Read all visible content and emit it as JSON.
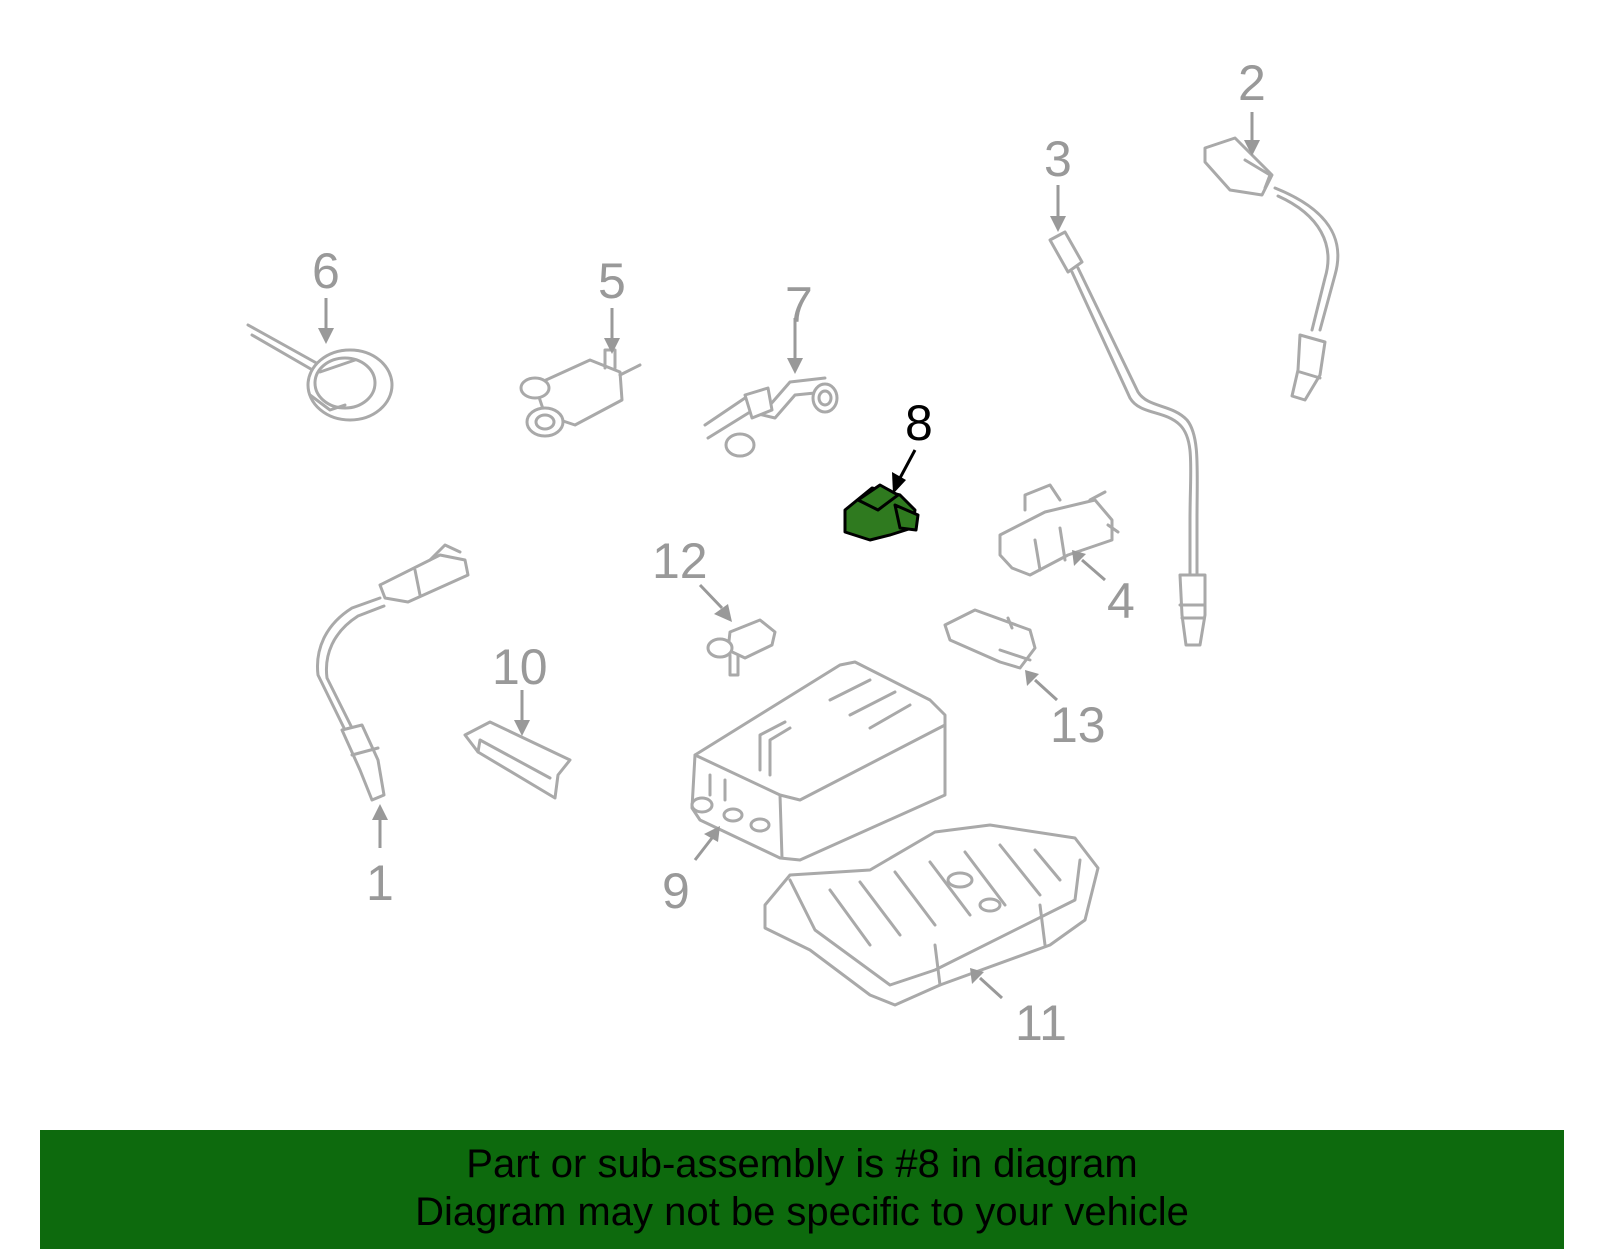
{
  "callouts": {
    "c1": "1",
    "c2": "2",
    "c3": "3",
    "c4": "4",
    "c5": "5",
    "c6": "6",
    "c7": "7",
    "c8": "8",
    "c9": "9",
    "c10": "10",
    "c11": "11",
    "c12": "12",
    "c13": "13"
  },
  "highlighted_part": "8",
  "colors": {
    "highlight": "#2f7a1f",
    "banner": "#0d6a0d",
    "line_art": "#a9a9a9"
  },
  "banner": {
    "line1": "Part or sub-assembly is #8 in diagram",
    "line2": "Diagram may not be specific to your vehicle"
  }
}
